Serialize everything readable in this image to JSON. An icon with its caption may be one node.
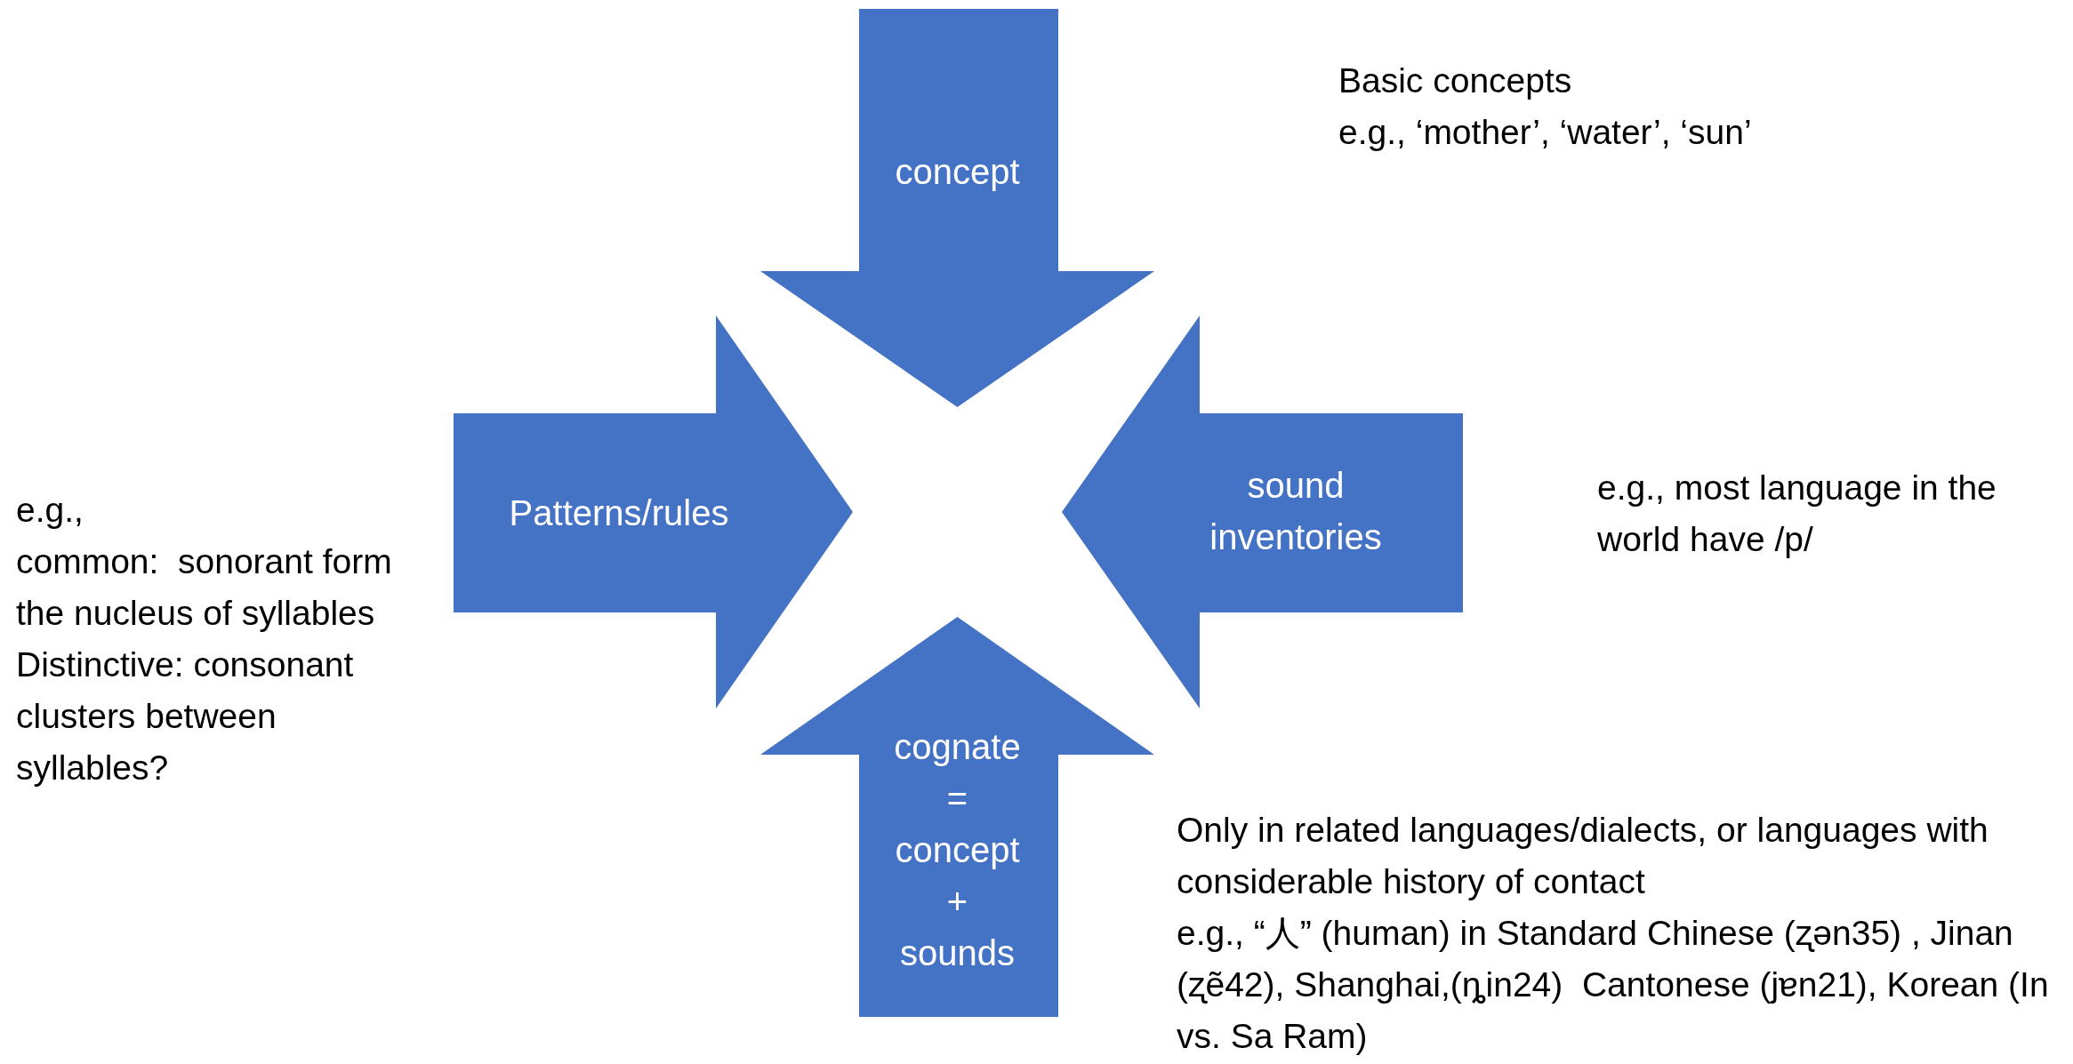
{
  "diagram": {
    "nodes": [
      {
        "text": [
          "concept"
        ],
        "beside": [
          "Basic concepts",
          "e.g., ‘mother’, ‘water’, ‘sun’"
        ]
      },
      {
        "text": [
          "Patterns/rules"
        ],
        "beside": [
          "e.g.,",
          "common:  sonorant form the nucleus of syllables",
          "Distinctive: consonant clusters between syllables?"
        ]
      },
      {
        "text": [
          "sound inventories"
        ],
        "beside": [
          "e.g., most language in the world have /p/"
        ]
      },
      {
        "text": [
          "cognate = concept + sounds"
        ],
        "beside": [
          "Only in related languages/dialects, or languages with considerable history of contact",
          "e.g., “人” (human) in Standard Chinese (ʐən35) , Jinan (ʐẽ42), Shanghai,(ȵin24)  Cantonese (jɐn21), Korean (In  vs. Sa Ram)"
        ]
      }
    ]
  }
}
